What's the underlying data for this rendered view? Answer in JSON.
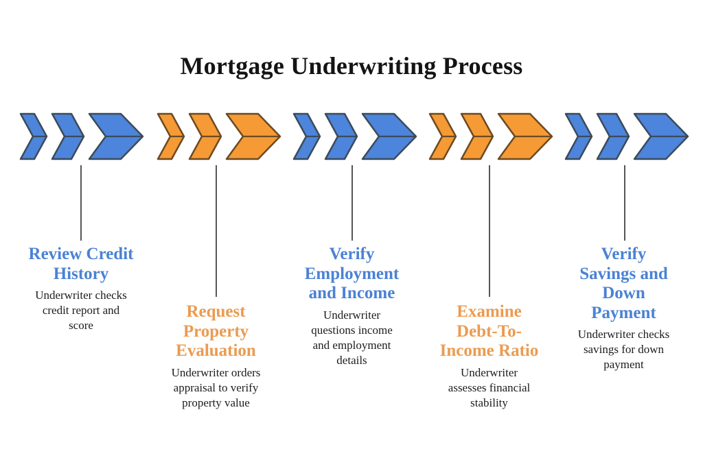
{
  "title": "Mortgage Underwriting Process",
  "colors": {
    "blue_fill": "#4c85db",
    "blue_stroke": "#3c4a5a",
    "orange_fill": "#f59a35",
    "orange_stroke": "#6b4a22",
    "blue_text": "#4a82d4",
    "orange_text": "#eb9b50",
    "body_text": "#1c1c1c",
    "title_text": "#141414",
    "connector": "#555555",
    "background": "#ffffff"
  },
  "chart_data": {
    "type": "diagram",
    "diagram_style": "horizontal chevron process flow",
    "title": "Mortgage Underwriting Process",
    "step_count": 5,
    "steps": [
      {
        "index": 1,
        "heading": "Review Credit\nHistory",
        "description": "Underwriter checks\ncredit report and\nscore",
        "color": "blue",
        "label_position": "upper"
      },
      {
        "index": 2,
        "heading": "Request\nProperty\nEvaluation",
        "description": "Underwriter orders\nappraisal to verify\nproperty value",
        "color": "orange",
        "label_position": "lower"
      },
      {
        "index": 3,
        "heading": "Verify\nEmployment\nand Income",
        "description": "Underwriter\nquestions income\nand employment\ndetails",
        "color": "blue",
        "label_position": "upper"
      },
      {
        "index": 4,
        "heading": "Examine\nDebt-To-\nIncome Ratio",
        "description": "Underwriter\nassesses financial\nstability",
        "color": "orange",
        "label_position": "lower"
      },
      {
        "index": 5,
        "heading": "Verify\nSavings and\nDown\nPayment",
        "description": "Underwriter checks\nsavings for down\npayment",
        "color": "blue",
        "label_position": "upper"
      }
    ]
  },
  "icons": {
    "chevron_group": "triple-chevron-arrow-icon"
  }
}
